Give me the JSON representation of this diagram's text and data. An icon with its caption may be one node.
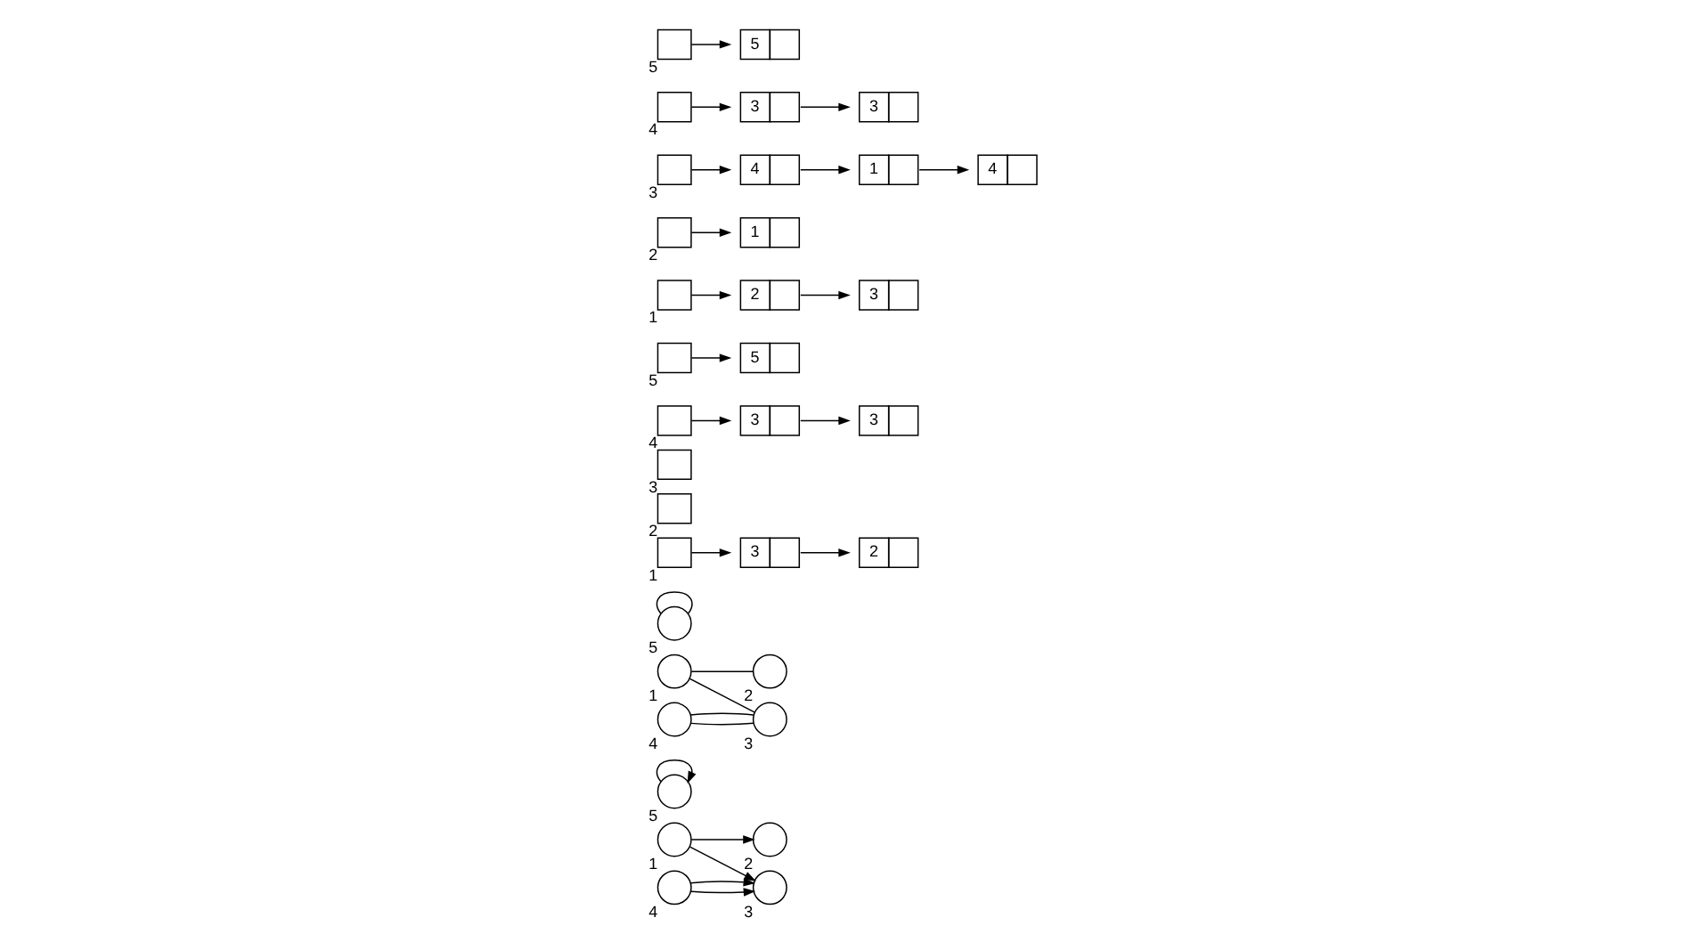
{
  "diagram": {
    "nodes": [
      {
        "text": [],
        "shape": "circle",
        "beside": [
          "1"
        ]
      },
      {
        "text": [],
        "shape": "circle",
        "beside": [
          "2"
        ]
      },
      {
        "text": [],
        "shape": "circle",
        "beside": [
          "3"
        ]
      },
      {
        "text": [],
        "shape": "circle",
        "beside": [
          "4"
        ]
      },
      {
        "text": [],
        "shape": "circle",
        "beside": [
          "5"
        ]
      },
      {
        "text": [],
        "shape": "circle",
        "beside": [
          "1"
        ]
      },
      {
        "text": [],
        "shape": "circle",
        "beside": [
          "2"
        ]
      },
      {
        "text": [],
        "shape": "circle",
        "beside": [
          "3"
        ]
      },
      {
        "text": [],
        "shape": "circle",
        "beside": [
          "4"
        ]
      },
      {
        "text": [],
        "shape": "circle",
        "beside": [
          "5"
        ]
      },
      {
        "text": [],
        "shape": "box",
        "beside": [
          "1"
        ]
      },
      {
        "text": [],
        "shape": "box",
        "beside": [
          "2"
        ]
      },
      {
        "text": [],
        "shape": "box",
        "beside": [
          "3"
        ]
      },
      {
        "text": [],
        "shape": "box",
        "beside": [
          "4"
        ]
      },
      {
        "text": [],
        "shape": "box",
        "beside": [
          "5"
        ]
      },
      {
        "text": [
          "3"
        ]
      },
      {
        "text": [
          "2"
        ]
      },
      {
        "text": [
          "3"
        ]
      },
      {
        "text": [
          "3"
        ]
      },
      {
        "text": [
          "5"
        ]
      },
      {
        "text": [],
        "shape": "box",
        "beside": [
          "1"
        ]
      },
      {
        "text": [],
        "shape": "box",
        "beside": [
          "2"
        ]
      },
      {
        "text": [],
        "shape": "box",
        "beside": [
          "3"
        ]
      },
      {
        "text": [],
        "shape": "box",
        "beside": [
          "4"
        ]
      },
      {
        "text": [],
        "shape": "box",
        "beside": [
          "5"
        ]
      },
      {
        "text": [
          "2"
        ]
      },
      {
        "text": [
          "3"
        ]
      },
      {
        "text": [
          "1"
        ]
      },
      {
        "text": [
          "4"
        ]
      },
      {
        "text": [
          "1"
        ]
      },
      {
        "text": [
          "4"
        ]
      },
      {
        "text": [
          "3"
        ]
      },
      {
        "text": [
          "3"
        ]
      },
      {
        "text": [
          "5"
        ]
      }
    ],
    "edges": [
      {
        "from": 0,
        "to": 1,
        "arrow": "to"
      },
      {
        "from": 0,
        "to": 2,
        "arrow": "to"
      },
      {
        "from": 3,
        "to": 2,
        "arrow": "to"
      },
      {
        "from": 3,
        "to": 2,
        "arrow": "to"
      },
      {
        "from": 4,
        "to": 4,
        "arrow": "to"
      },
      {
        "from": 5,
        "to": 6,
        "arrow": "none"
      },
      {
        "from": 5,
        "to": 7,
        "arrow": "none"
      },
      {
        "from": 8,
        "to": 7,
        "arrow": "none"
      },
      {
        "from": 8,
        "to": 7,
        "arrow": "none"
      },
      {
        "from": 9,
        "to": 9,
        "arrow": "none"
      },
      {
        "from": 10,
        "to": 15,
        "arrow": "to"
      },
      {
        "from": 15,
        "to": 16,
        "arrow": "to"
      },
      {
        "from": 13,
        "to": 17,
        "arrow": "to"
      },
      {
        "from": 17,
        "to": 18,
        "arrow": "to"
      },
      {
        "from": 14,
        "to": 19,
        "arrow": "to"
      },
      {
        "from": 20,
        "to": 25,
        "arrow": "to"
      },
      {
        "from": 25,
        "to": 26,
        "arrow": "to"
      },
      {
        "from": 21,
        "to": 27,
        "arrow": "to"
      },
      {
        "from": 22,
        "to": 28,
        "arrow": "to"
      },
      {
        "from": 28,
        "to": 29,
        "arrow": "to"
      },
      {
        "from": 29,
        "to": 30,
        "arrow": "to"
      },
      {
        "from": 23,
        "to": 31,
        "arrow": "to"
      },
      {
        "from": 31,
        "to": 32,
        "arrow": "to"
      },
      {
        "from": 24,
        "to": 33,
        "arrow": "to"
      }
    ]
  }
}
